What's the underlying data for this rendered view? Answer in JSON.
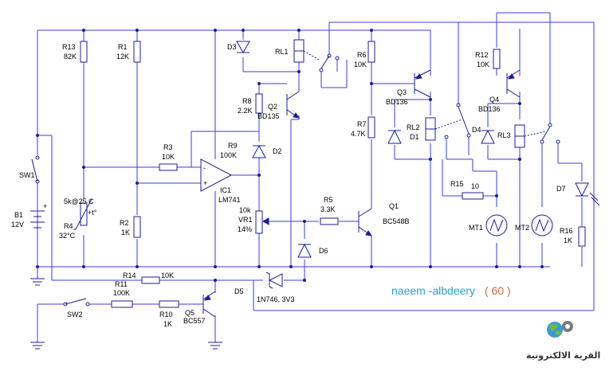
{
  "labels": {
    "r13": "R13",
    "r13_val": "82K",
    "r1": "R1",
    "r1_val": "12K",
    "d3": "D3",
    "rl1": "RL1",
    "r6": "R6",
    "r6_val": "10K",
    "r12": "R12",
    "r12_val": "10K",
    "r8": "R8",
    "r8_val": "2.2K",
    "q2": "Q2",
    "q2_type": "BD135",
    "q3": "Q3",
    "q3_type": "BD136",
    "q4": "Q4",
    "q4_type": "BD136",
    "r7": "R7",
    "r7_val": "4.7K",
    "rl2": "RL2",
    "d1": "D1",
    "d4": "D4",
    "rl3": "RL3",
    "r9": "R9",
    "r9_val": "100K",
    "d2": "D2",
    "r3": "R3",
    "r3_val": "10K",
    "sw1": "SW1",
    "b1": "B1",
    "b1_val": "12V",
    "r4_spec": "5k@25 C",
    "r4": "R4",
    "r4_temp": "32°C",
    "ic1": "IC1",
    "ic1_type": "LM741",
    "r5": "R5",
    "r5_val": "3.3K",
    "q1": "Q1",
    "q1_type": "BC548B",
    "r15": "R15",
    "r15_val": "10",
    "d7": "D7",
    "r2": "R2",
    "r2_val": "1K",
    "vr1_val": "10k",
    "vr1": "VR1",
    "vr1_pct": "14%",
    "mt1": "MT1",
    "mt2": "MT2",
    "r16": "R16",
    "r16_val": "1K",
    "d6": "D6",
    "r14": "R14",
    "r14_val": "10K",
    "r11": "R11",
    "r11_val": "100K",
    "d5": "D5",
    "d5_type": "1N746, 3V3",
    "sw2": "SW2",
    "r10": "R10",
    "r10_val": "1K",
    "q5": "Q5",
    "q5_type": "BC557",
    "plus_b1": "+",
    "plus_ic": "+",
    "minus_ic": "-",
    "plus_r4": "+t°"
  },
  "watermark": {
    "author": "naeem -albdeery",
    "number_paren": "( 60 )",
    "site": "القرية الالكترونية"
  },
  "colors": {
    "wire": "#3b3be0",
    "component": "#1c1c9a",
    "watermark_author": "#2aa4c8",
    "watermark_number": "#c76a3a"
  }
}
